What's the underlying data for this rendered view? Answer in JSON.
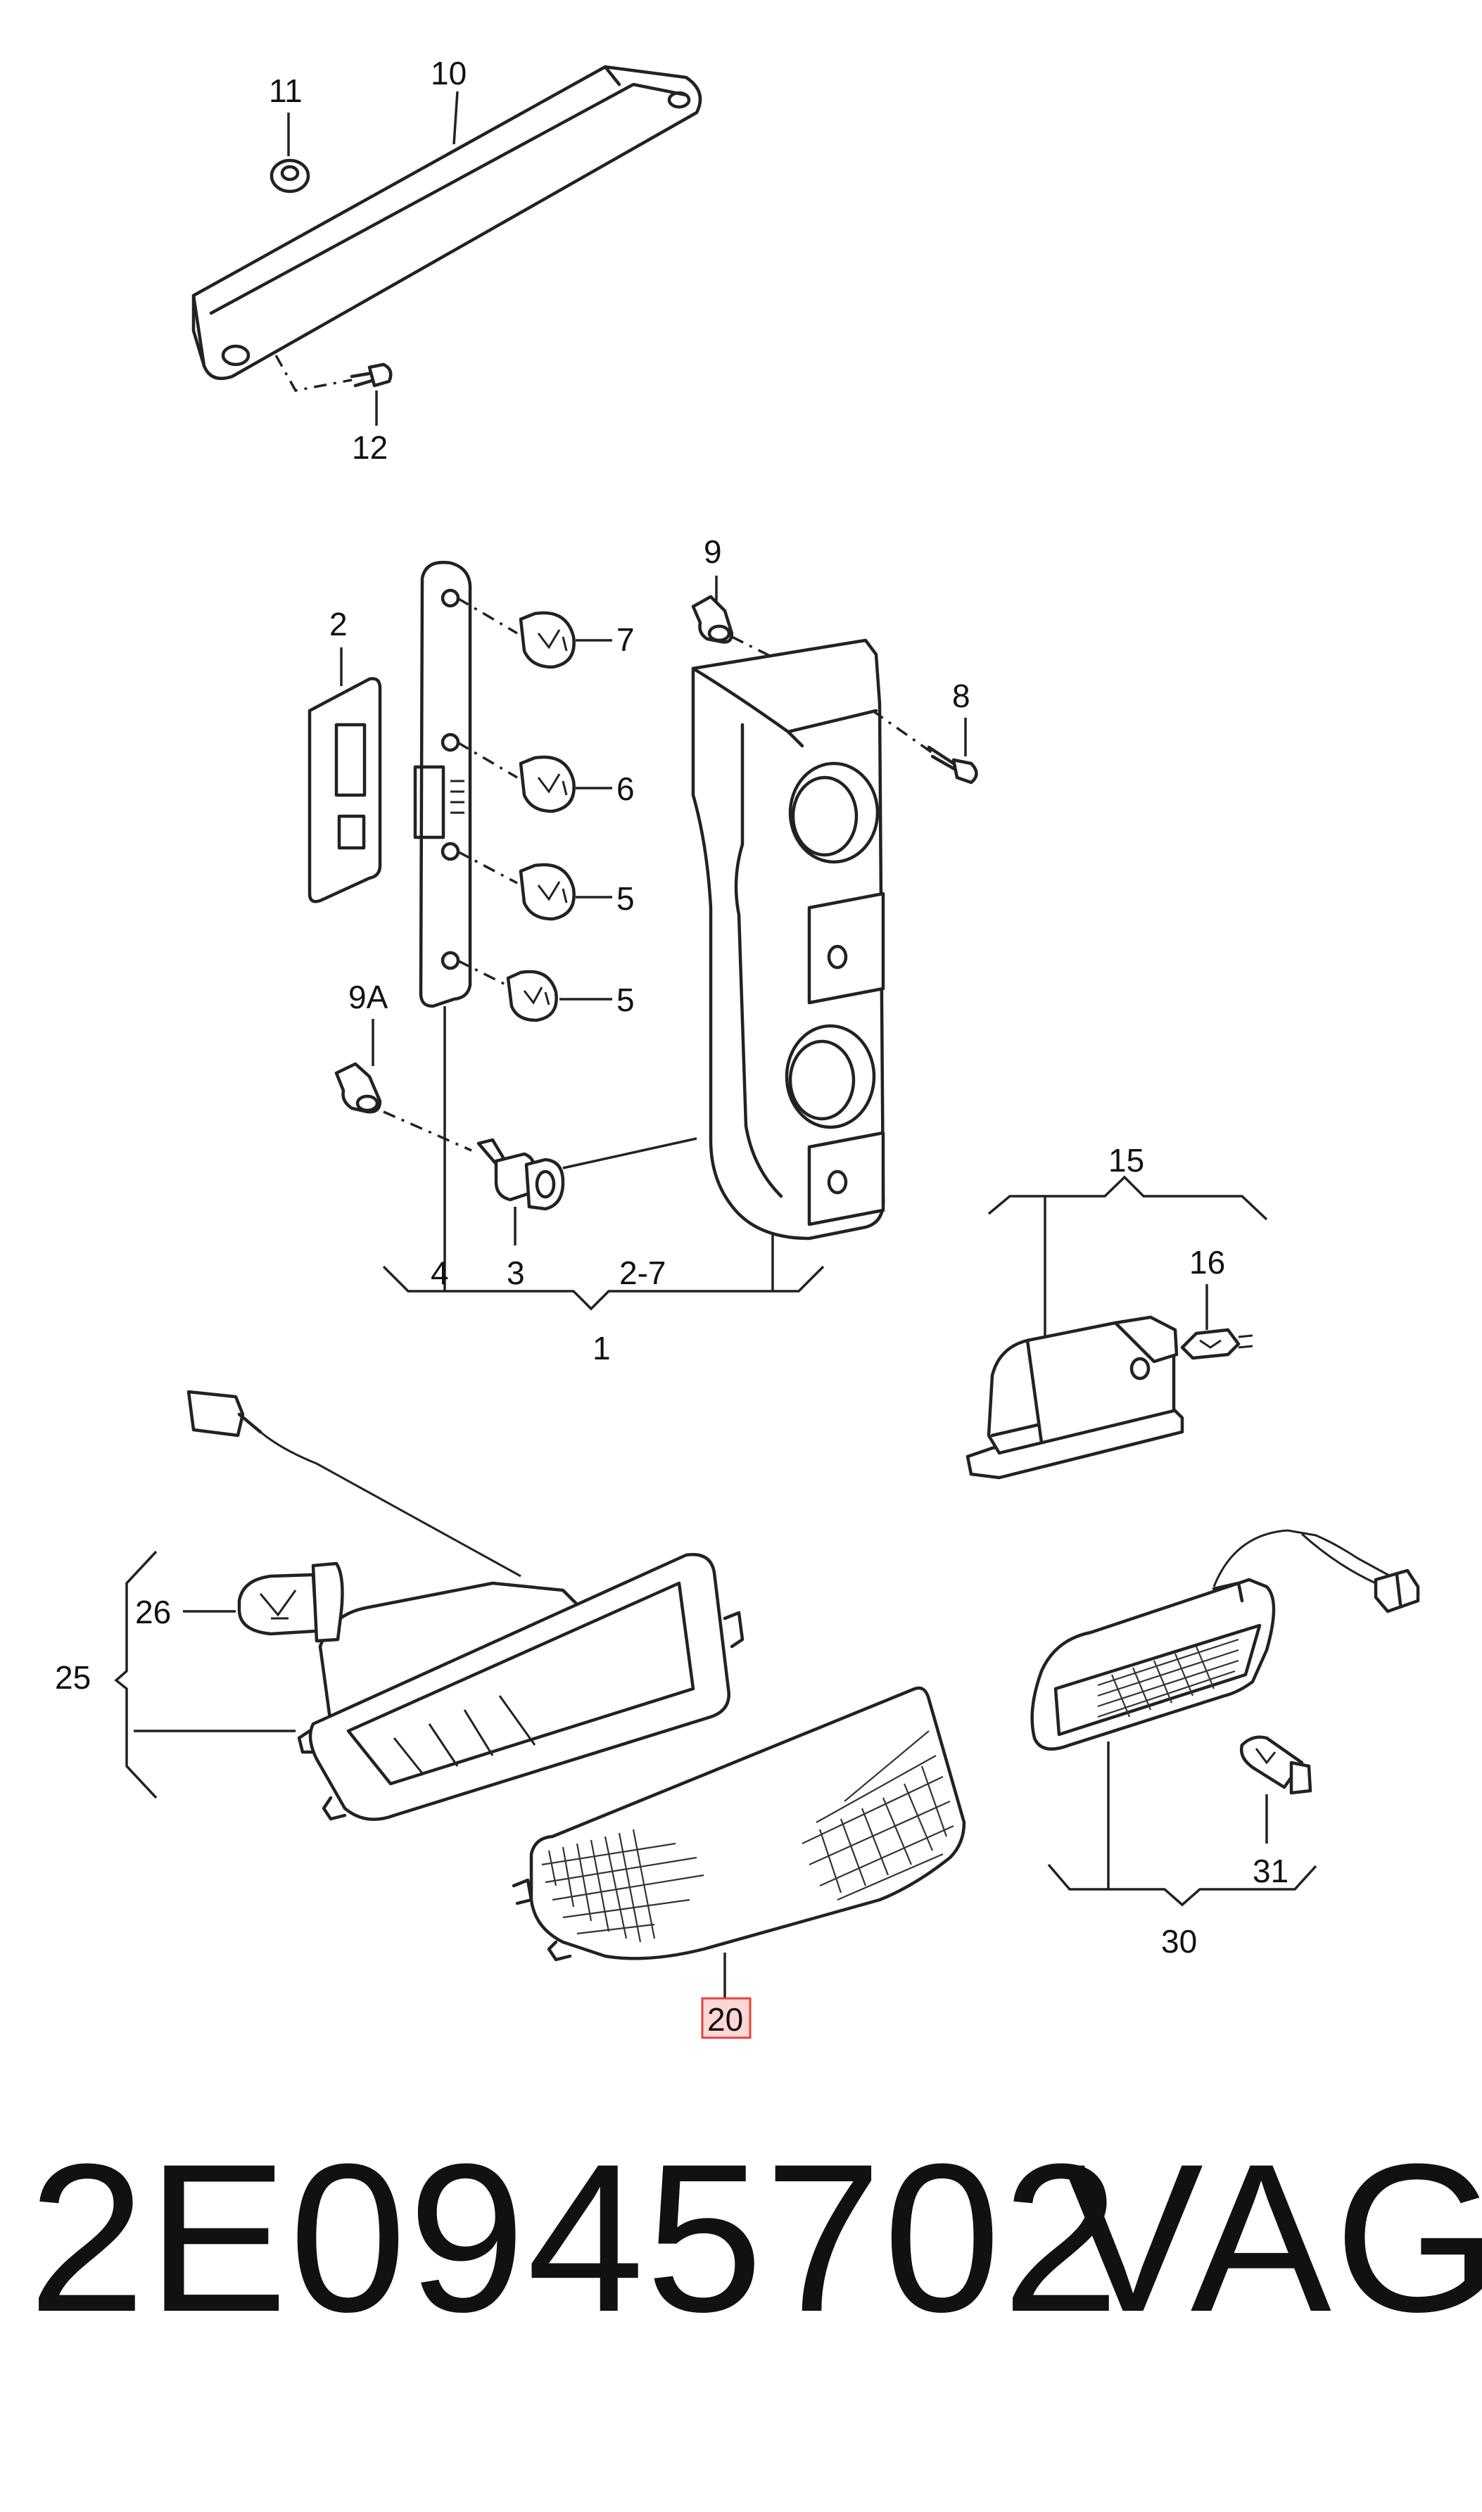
{
  "callouts": {
    "c1": "1",
    "c2": "2",
    "c2_7": "2-7",
    "c3": "3",
    "c4": "4",
    "c5a": "5",
    "c5b": "5",
    "c6": "6",
    "c7": "7",
    "c8": "8",
    "c9": "9",
    "c9a": "9A",
    "c10": "10",
    "c11": "11",
    "c12": "12",
    "c15": "15",
    "c16": "16",
    "c20": "20",
    "c25": "25",
    "c26": "26",
    "c30": "30",
    "c31": "31"
  },
  "footer": {
    "part_number": "2E0945702",
    "brand": "VAG"
  },
  "colors": {
    "line": "#222222",
    "highlight_fill": "#ffd6d6",
    "highlight_stroke": "#e0463c"
  }
}
